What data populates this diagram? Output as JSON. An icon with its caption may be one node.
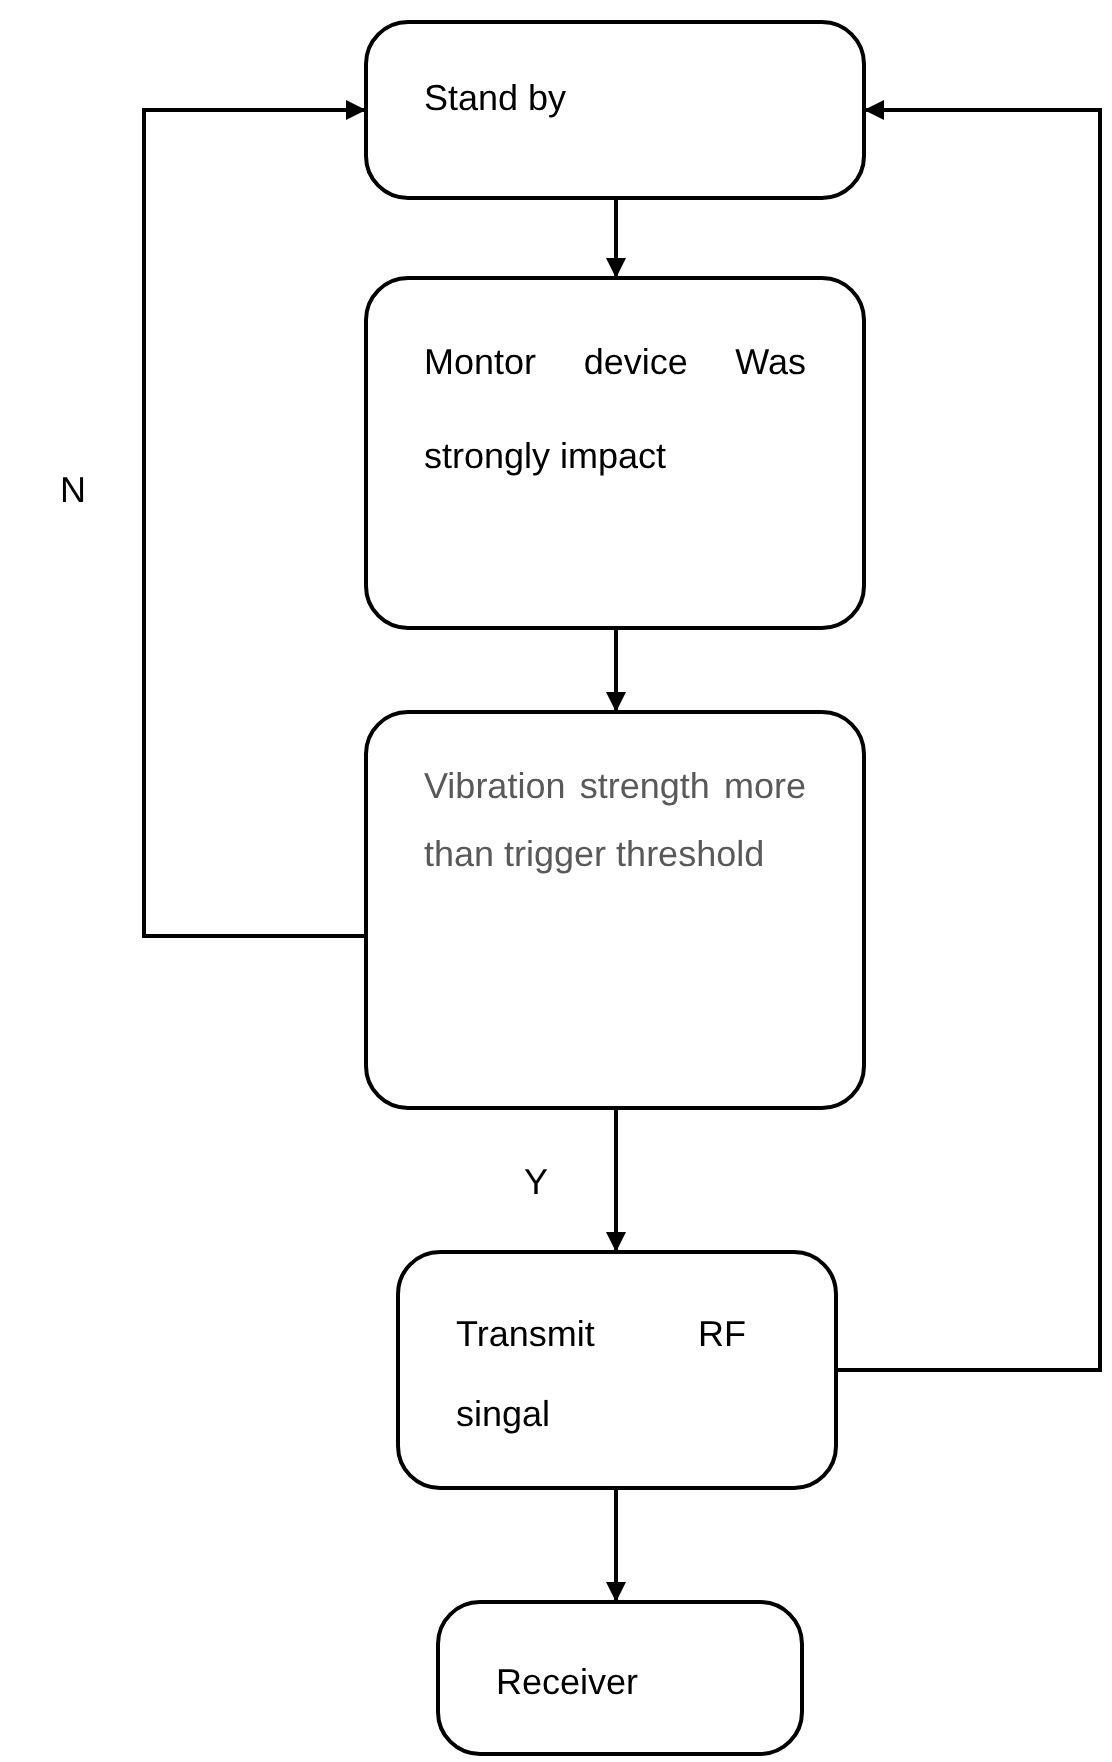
{
  "diagram": {
    "nodes": [
      {
        "text": [
          "Stand by"
        ]
      },
      {
        "text": [
          "Montor device Was strongly impact"
        ]
      },
      {
        "text": [
          "Vibration strength more than trigger threshold"
        ]
      },
      {
        "text": [
          "Transmit RF singal"
        ]
      },
      {
        "text": [
          "Receiver"
        ]
      }
    ],
    "edges": [
      {
        "from": 0,
        "to": 1,
        "arrow": "to"
      },
      {
        "from": 1,
        "to": 2,
        "arrow": "to"
      },
      {
        "from": 2,
        "to": 3,
        "arrow": "to",
        "label": "Y"
      },
      {
        "from": 2,
        "to": 0,
        "arrow": "to",
        "label": "N"
      },
      {
        "from": 3,
        "to": 4,
        "arrow": "to"
      },
      {
        "from": 3,
        "to": 0,
        "arrow": "to"
      }
    ]
  }
}
